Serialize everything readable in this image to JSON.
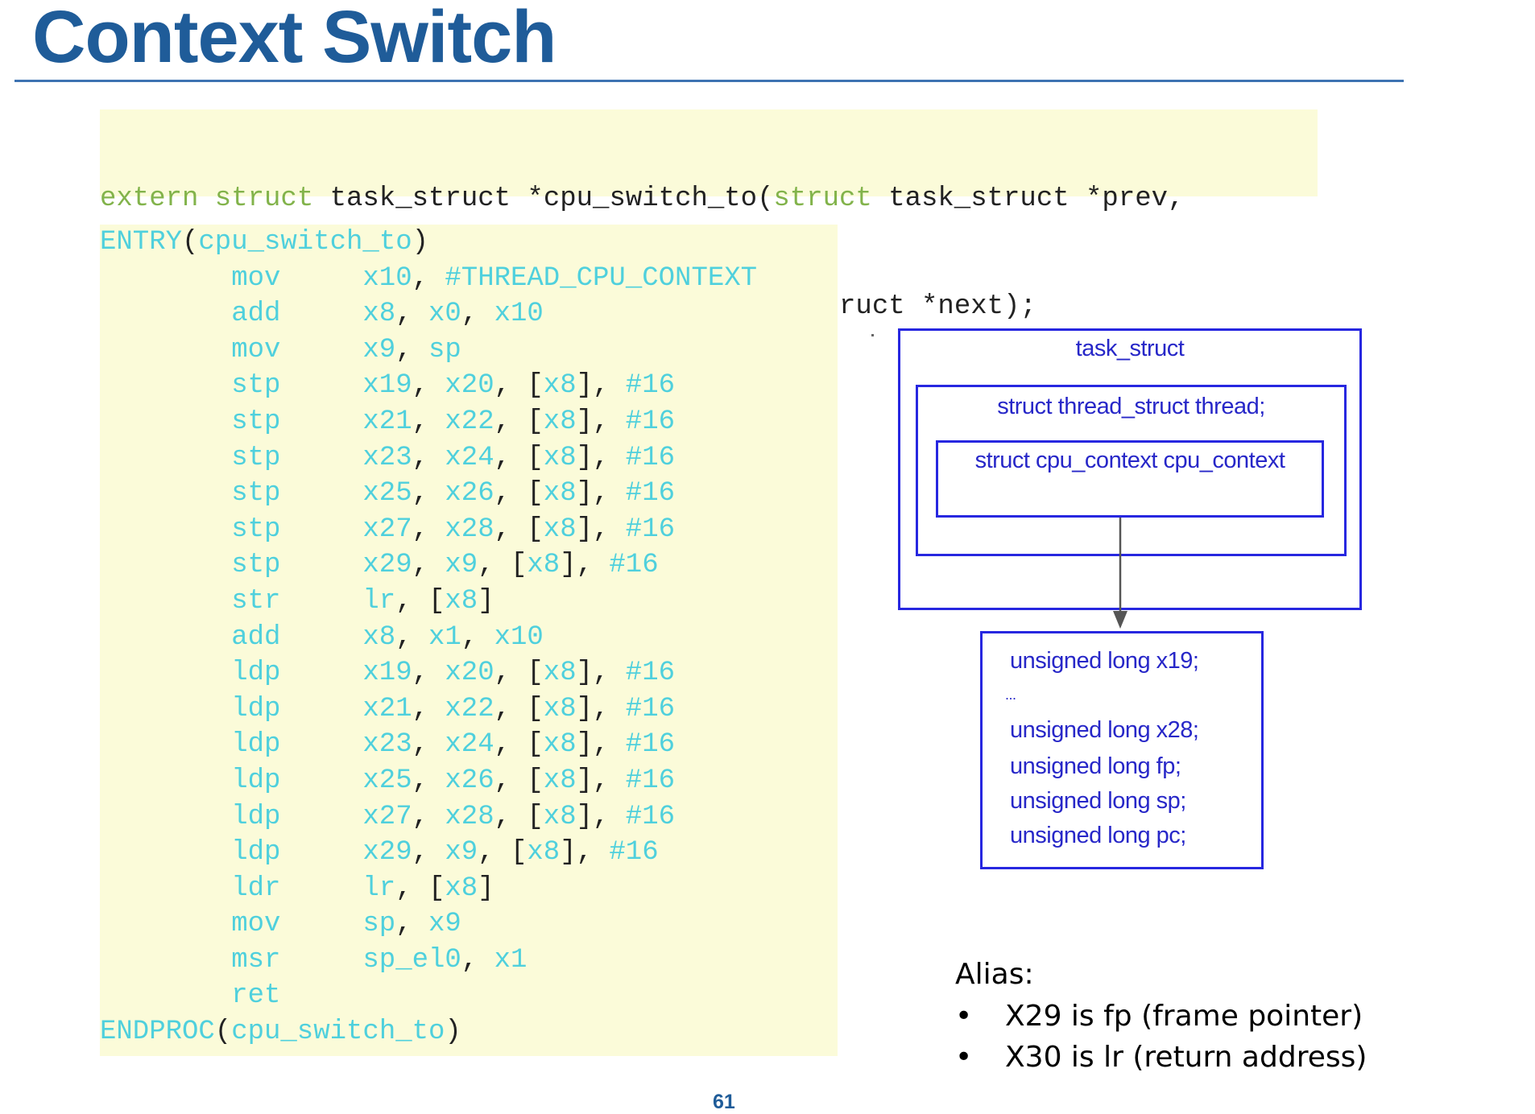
{
  "slide": {
    "title": "Context Switch",
    "page_number": "61"
  },
  "declaration": {
    "line1": [
      {
        "t": "extern ",
        "c": "kw"
      },
      {
        "t": "struct ",
        "c": "kw"
      },
      {
        "t": "task_struct *cpu_switch_to(",
        "c": "tx"
      },
      {
        "t": "struct ",
        "c": "kw"
      },
      {
        "t": "task_struct *prev,",
        "c": "tx"
      }
    ],
    "line2_indent_cols": 31,
    "line2": [
      {
        "t": "struct ",
        "c": "kw"
      },
      {
        "t": "task_struct *next);",
        "c": "tx"
      }
    ]
  },
  "assembly": {
    "entry": {
      "kw": "ENTRY",
      "arg": "cpu_switch_to"
    },
    "instructions": [
      {
        "op": "mov",
        "args": "x10, #THREAD_CPU_CONTEXT"
      },
      {
        "op": "add",
        "args": "x8, x0, x10"
      },
      {
        "op": "mov",
        "args": "x9, sp"
      },
      {
        "op": "stp",
        "args": "x19, x20, [x8], #16"
      },
      {
        "op": "stp",
        "args": "x21, x22, [x8], #16"
      },
      {
        "op": "stp",
        "args": "x23, x24, [x8], #16"
      },
      {
        "op": "stp",
        "args": "x25, x26, [x8], #16"
      },
      {
        "op": "stp",
        "args": "x27, x28, [x8], #16"
      },
      {
        "op": "stp",
        "args": "x29, x9, [x8], #16"
      },
      {
        "op": "str",
        "args": "lr, [x8]"
      },
      {
        "op": "add",
        "args": "x8, x1, x10"
      },
      {
        "op": "ldp",
        "args": "x19, x20, [x8], #16"
      },
      {
        "op": "ldp",
        "args": "x21, x22, [x8], #16"
      },
      {
        "op": "ldp",
        "args": "x23, x24, [x8], #16"
      },
      {
        "op": "ldp",
        "args": "x25, x26, [x8], #16"
      },
      {
        "op": "ldp",
        "args": "x27, x28, [x8], #16"
      },
      {
        "op": "ldp",
        "args": "x29, x9, [x8], #16"
      },
      {
        "op": "ldr",
        "args": "lr, [x8]"
      },
      {
        "op": "mov",
        "args": "sp, x9"
      },
      {
        "op": "msr",
        "args": "sp_el0, x1"
      },
      {
        "op": "ret",
        "args": ""
      }
    ],
    "endproc": {
      "kw": "ENDPROC",
      "arg": "cpu_switch_to"
    }
  },
  "diagram": {
    "outer_label": "task_struct",
    "middle_label": "struct thread_struct thread;",
    "inner_label": "struct cpu_context cpu_context",
    "fields": [
      "unsigned long x19;",
      "...",
      "unsigned long x28;",
      "unsigned long fp;",
      "unsigned long sp;",
      "unsigned long pc;"
    ],
    "colors": {
      "box": "#2727e0",
      "text": "#2727c8",
      "arrow": "#555555"
    }
  },
  "alias": {
    "heading": "Alias:",
    "items": [
      "X29 is fp (frame pointer)",
      "X30 is lr (return address)"
    ],
    "bullet_char": "•"
  },
  "colors": {
    "title": "#1f5c99",
    "code_bg": "#fbfbd9",
    "keyword": "#82b34b",
    "asm_token": "#4fd0dd"
  }
}
